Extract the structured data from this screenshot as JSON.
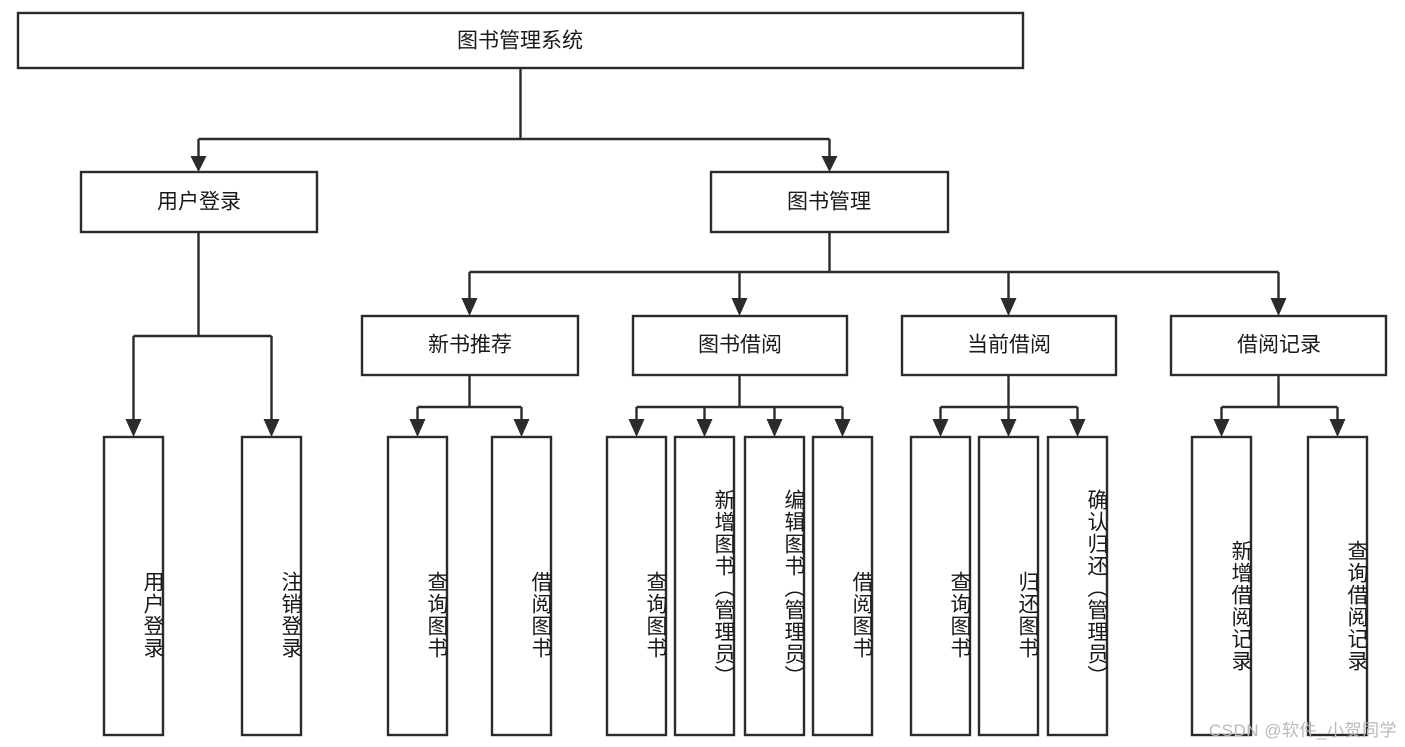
{
  "diagram": {
    "title": "图书管理系统",
    "type": "tree-hierarchy-diagram",
    "colors": {
      "box_stroke": "#2b2b2b",
      "box_fill": "#ffffff",
      "text": "#1a1a1a",
      "background": "#ffffff",
      "watermark": "#b9b9b9"
    },
    "root": {
      "label": "图书管理系统"
    },
    "level2": [
      {
        "label": "用户登录"
      },
      {
        "label": "图书管理"
      }
    ],
    "level3": [
      {
        "label": "新书推荐"
      },
      {
        "label": "图书借阅"
      },
      {
        "label": "当前借阅"
      },
      {
        "label": "借阅记录"
      }
    ],
    "leaves": {
      "user_login": [
        {
          "label": "用户登录"
        },
        {
          "label": "注销登录"
        }
      ],
      "new_book_recommend": [
        {
          "label": "查询图书"
        },
        {
          "label": "借阅图书"
        }
      ],
      "book_borrow": [
        {
          "label": "查询图书"
        },
        {
          "label": "新增图书（管理员）"
        },
        {
          "label": "编辑图书（管理员）"
        },
        {
          "label": "借阅图书"
        }
      ],
      "current_borrow": [
        {
          "label": "查询图书"
        },
        {
          "label": "归还图书"
        },
        {
          "label": "确认归还（管理员）"
        }
      ],
      "borrow_record": [
        {
          "label": "新增借阅记录"
        },
        {
          "label": "查询借阅记录"
        }
      ]
    }
  },
  "watermark": {
    "text": "CSDN @软件_小贺同学"
  }
}
